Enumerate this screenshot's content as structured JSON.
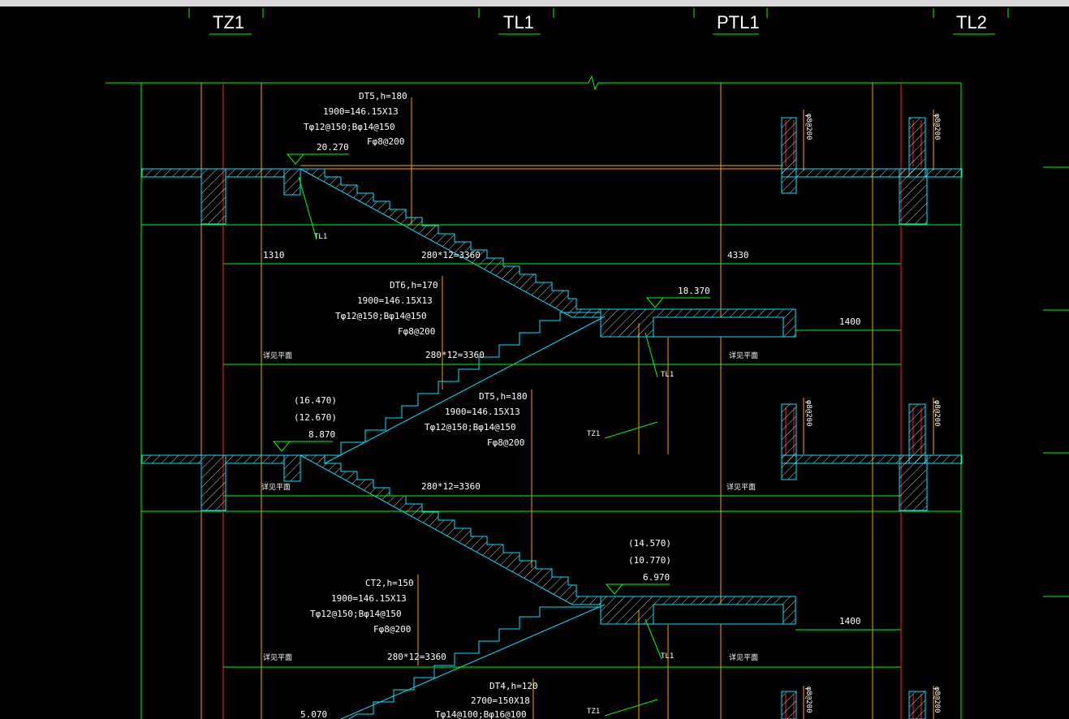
{
  "header": {
    "labels": [
      "TZ1",
      "TL1",
      "PTL1",
      "TL2"
    ]
  },
  "annotations": {
    "dt5_top": [
      "DT5,h=180",
      "1900=146.15X13",
      "Tφ12@150;Bφ14@150",
      "Fφ8@200"
    ],
    "dt6": [
      "DT6,h=170",
      "1900=146.15X13",
      "Tφ12@150;Bφ14@150",
      "Fφ8@200"
    ],
    "dt5_mid": [
      "DT5,h=180",
      "1900=146.15X13",
      "Tφ12@150;Bφ14@150",
      "Fφ8@200"
    ],
    "ct2": [
      "CT2,h=150",
      "1900=146.15X13",
      "Tφ12@150;Bφ14@150",
      "Fφ8@200"
    ],
    "dt4": [
      "DT4,h=120",
      "2700=150X18",
      "Tφ14@100;Bφ16@100"
    ]
  },
  "levels": {
    "l20270": "20.270",
    "l18370": "18.370",
    "l16470": "(16.470)",
    "l12670": "(12.670)",
    "l8870": "8.870",
    "l14570": "(14.570)",
    "l10770": "(10.770)",
    "l6970": "6.970",
    "l5070": "5.070"
  },
  "dims": {
    "d1310": "1310",
    "d4330": "4330",
    "d1400a": "1400",
    "d1400b": "1400",
    "step1": "280*12=3360",
    "step2": "280*12=3360",
    "step3": "280*12=3360",
    "step4": "280*12=3360"
  },
  "tags": {
    "tl1_a": "TL1",
    "tl1_b": "TL1",
    "tl1_c": "TL1",
    "tz1_a": "TZ1",
    "tz1_b": "TZ1",
    "see_plan": "详见平面",
    "rebar": "φ8@200"
  }
}
